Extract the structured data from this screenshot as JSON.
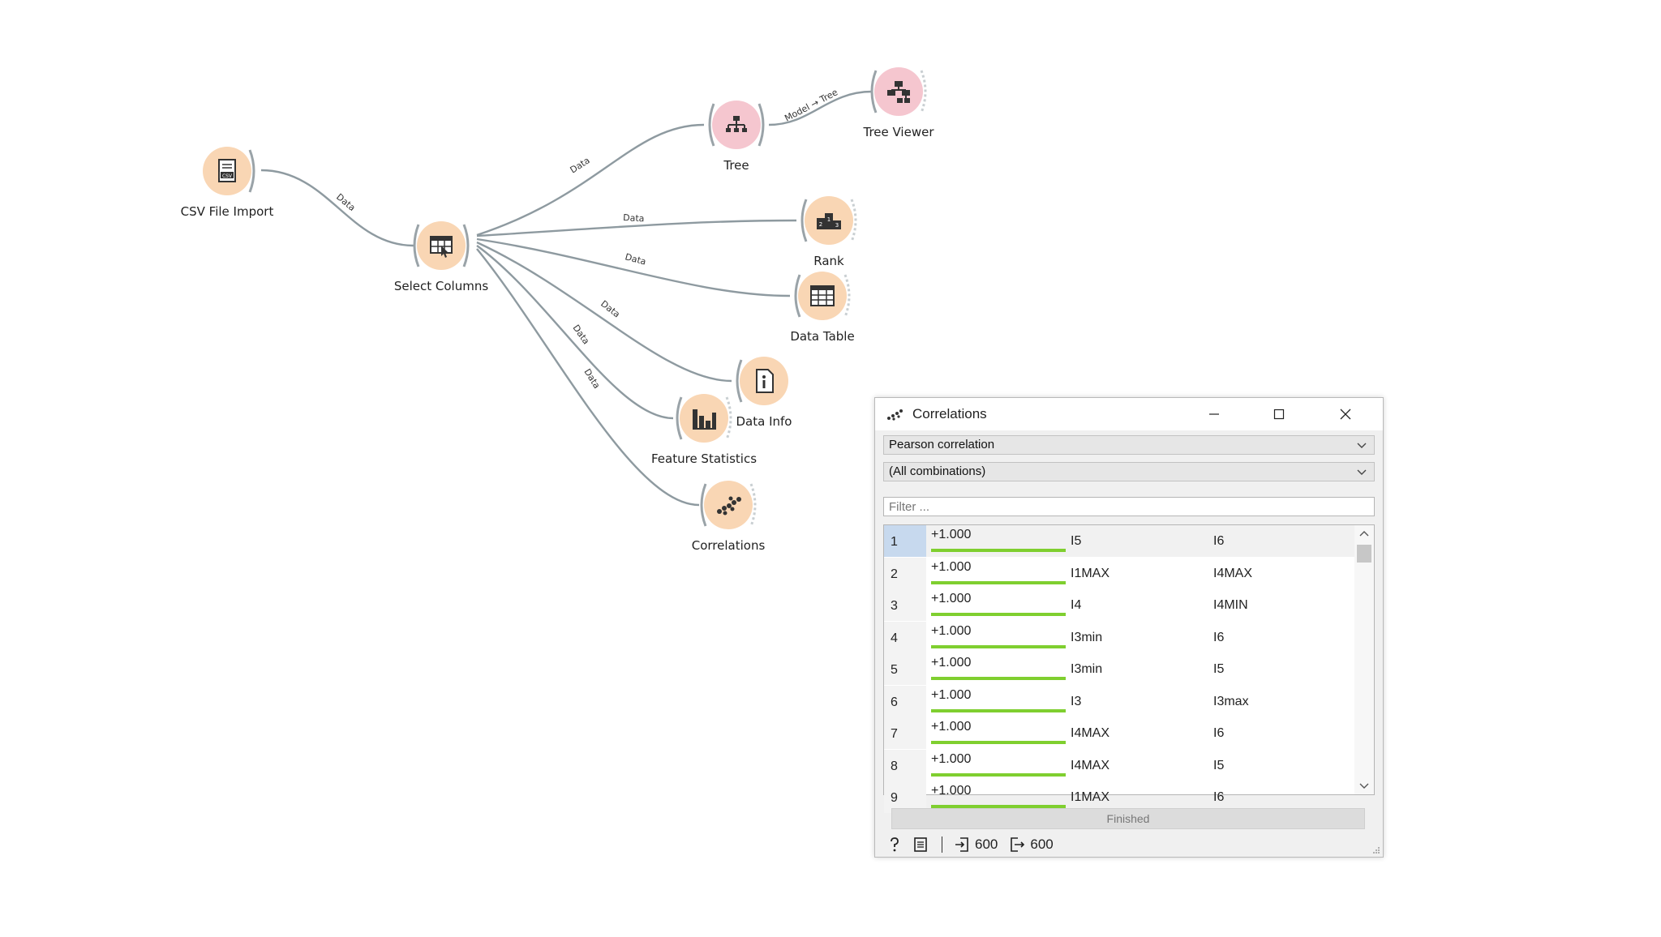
{
  "workflow": {
    "widgets": {
      "csv_import": "CSV File Import",
      "select_columns": "Select Columns",
      "tree": "Tree",
      "tree_viewer": "Tree Viewer",
      "rank": "Rank",
      "data_table": "Data Table",
      "data_info": "Data Info",
      "feature_statistics": "Feature Statistics",
      "correlations": "Correlations"
    },
    "links": {
      "csv_to_select": "Data",
      "select_to_tree": "Data",
      "tree_to_viewer": "Model → Tree",
      "select_to_rank": "Data",
      "select_to_table": "Data",
      "select_to_info": "Data",
      "select_to_stats": "Data",
      "select_to_corr": "Data"
    },
    "colors": {
      "data_widget": "#f9d6b4",
      "model_widget": "#f5c6cf",
      "link": "#8e9aa0"
    }
  },
  "dialog": {
    "title": "Correlations",
    "method": "Pearson correlation",
    "feature": "(All combinations)",
    "filter_placeholder": "Filter ...",
    "rows": [
      {
        "index": "1",
        "corr": "+1.000",
        "strength": 1.0,
        "attr1": "I5",
        "attr2": "I6",
        "selected": true
      },
      {
        "index": "2",
        "corr": "+1.000",
        "strength": 1.0,
        "attr1": "I1MAX",
        "attr2": "I4MAX"
      },
      {
        "index": "3",
        "corr": "+1.000",
        "strength": 1.0,
        "attr1": "I4",
        "attr2": "I4MIN"
      },
      {
        "index": "4",
        "corr": "+1.000",
        "strength": 1.0,
        "attr1": "I3min",
        "attr2": "I6"
      },
      {
        "index": "5",
        "corr": "+1.000",
        "strength": 1.0,
        "attr1": "I3min",
        "attr2": "I5"
      },
      {
        "index": "6",
        "corr": "+1.000",
        "strength": 1.0,
        "attr1": "I3",
        "attr2": "I3max"
      },
      {
        "index": "7",
        "corr": "+1.000",
        "strength": 1.0,
        "attr1": "I4MAX",
        "attr2": "I6"
      },
      {
        "index": "8",
        "corr": "+1.000",
        "strength": 1.0,
        "attr1": "I4MAX",
        "attr2": "I5"
      },
      {
        "index": "9",
        "corr": "+1.000",
        "strength": 1.0,
        "attr1": "I1MAX",
        "attr2": "I6"
      }
    ],
    "status": "Finished",
    "input_count": "600",
    "output_count": "600",
    "bar_color": "#7fcf2f"
  }
}
